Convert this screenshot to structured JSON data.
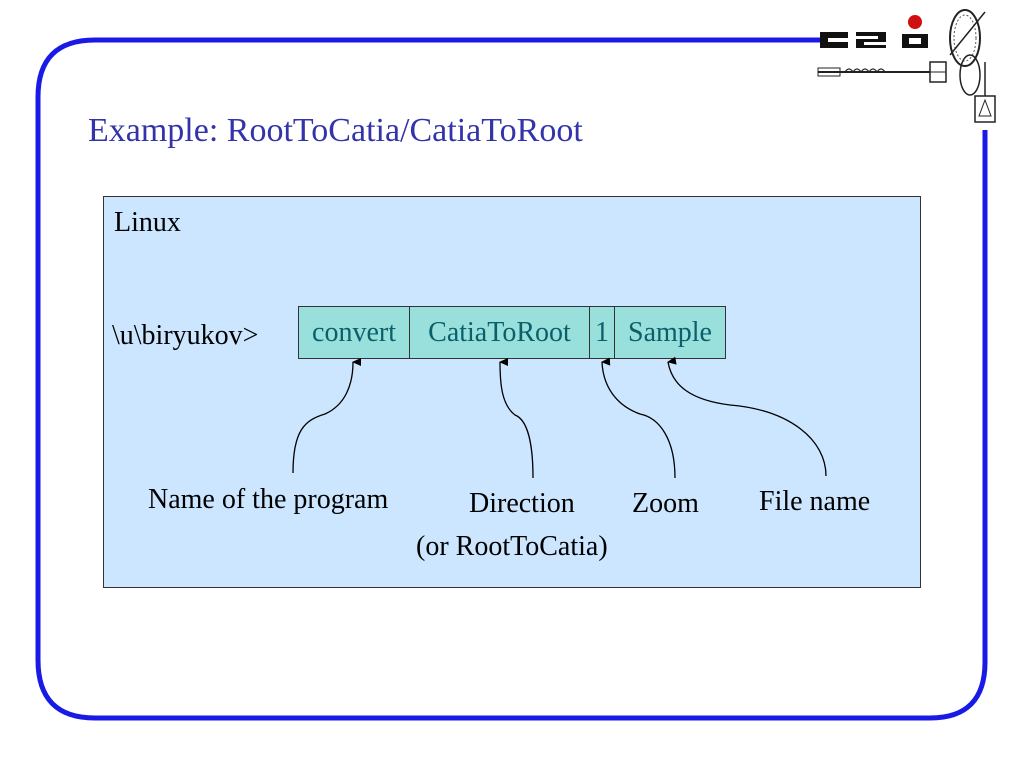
{
  "slide": {
    "title": "Example: RootToCatia/CatiaToRoot",
    "accent_color": "#3333aa",
    "frame_color": "#1a1ae6"
  },
  "logo": {
    "text": "GSI",
    "icon": "gsi-accelerator-logo-icon"
  },
  "panel": {
    "os_label": "Linux",
    "background": "#cce6ff",
    "prompt": "\\u\\biryukov>",
    "command": {
      "program": "convert",
      "direction": "CatiaToRoot",
      "zoom": "1",
      "file": "Sample"
    },
    "callouts": {
      "program": "Name of the program",
      "direction": "Direction",
      "direction_alt": "(or RootToCatia)",
      "zoom": "Zoom",
      "file": "File name"
    }
  }
}
